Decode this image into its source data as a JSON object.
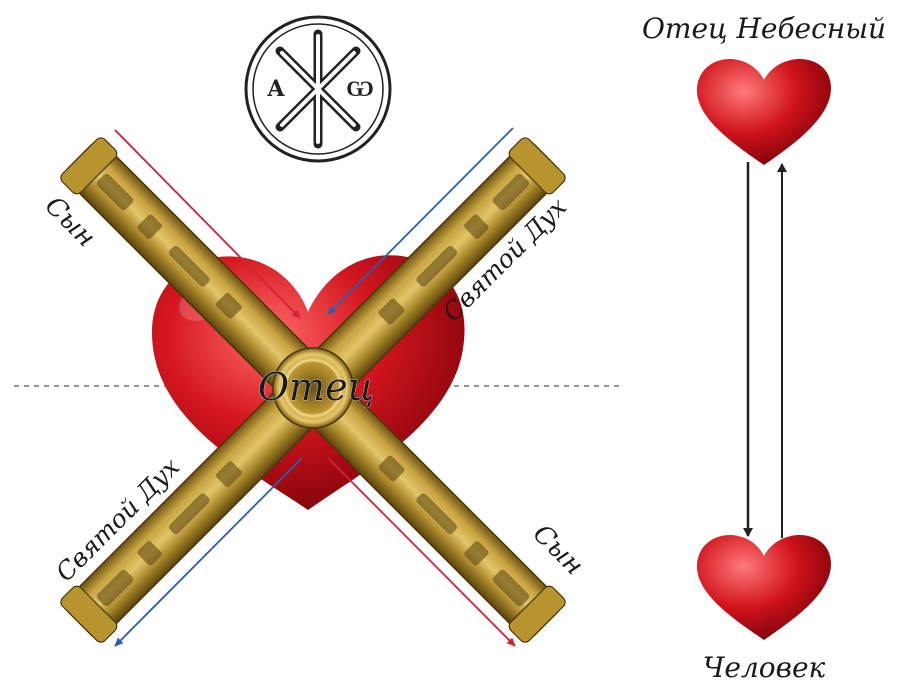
{
  "diagram": {
    "left": {
      "center_label": "Отец",
      "son_top_label": "Сын",
      "son_bottom_label": "Сын",
      "spirit_top_label": "Святой Дух",
      "spirit_bottom_label": "Святой Дух",
      "emblem": {
        "letter_left": "А",
        "letter_right": "Ѡ"
      }
    },
    "right": {
      "top_label": "Отец Небесный",
      "bottom_label": "Человек"
    },
    "colors": {
      "heart": "#c8141c",
      "cross_gold": "#a8862a",
      "son_arrow": "#d0223a",
      "spirit_arrow": "#2a5fb0",
      "dashed_line": "#555555"
    }
  }
}
